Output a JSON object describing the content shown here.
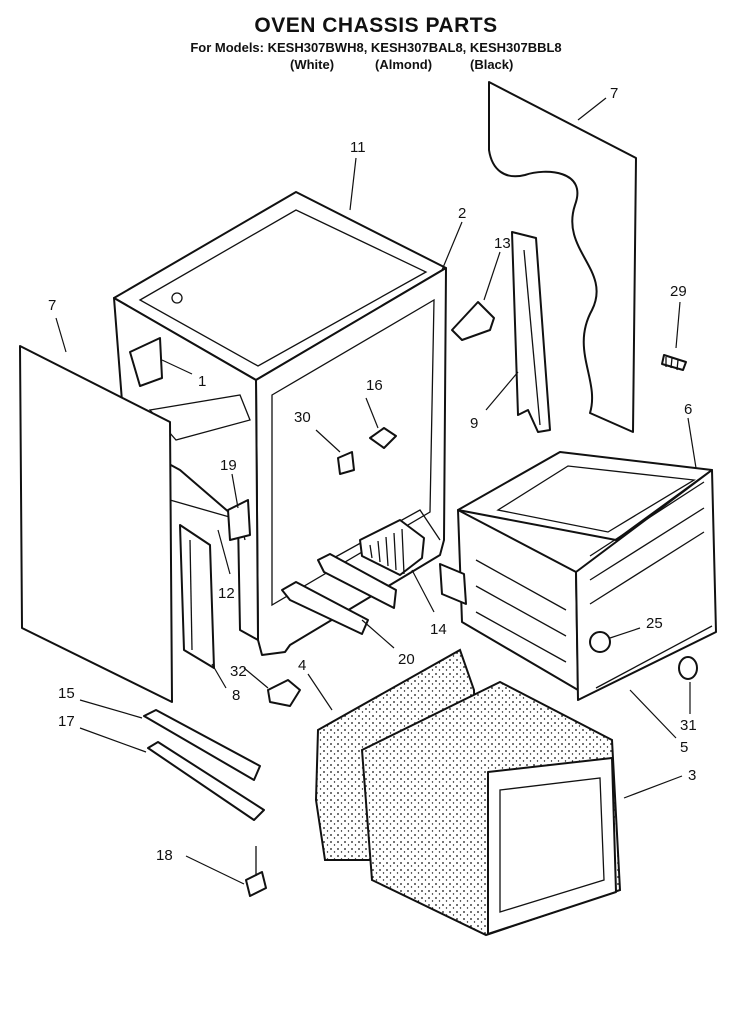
{
  "header": {
    "title": "OVEN CHASSIS PARTS",
    "models": "For Models: KESH307BWH8, KESH307BAL8, KESH307BBL8",
    "finishes": [
      "(White)",
      "(Almond)",
      "(Black)"
    ]
  },
  "callouts": [
    {
      "id": "callout-7-top",
      "label": "7"
    },
    {
      "id": "callout-11",
      "label": "11"
    },
    {
      "id": "callout-2",
      "label": "2"
    },
    {
      "id": "callout-13",
      "label": "13"
    },
    {
      "id": "callout-29",
      "label": "29"
    },
    {
      "id": "callout-7-left",
      "label": "7"
    },
    {
      "id": "callout-1",
      "label": "1"
    },
    {
      "id": "callout-16",
      "label": "16"
    },
    {
      "id": "callout-30",
      "label": "30"
    },
    {
      "id": "callout-9",
      "label": "9"
    },
    {
      "id": "callout-6",
      "label": "6"
    },
    {
      "id": "callout-19",
      "label": "19"
    },
    {
      "id": "callout-12",
      "label": "12"
    },
    {
      "id": "callout-14",
      "label": "14"
    },
    {
      "id": "callout-25",
      "label": "25"
    },
    {
      "id": "callout-20",
      "label": "20"
    },
    {
      "id": "callout-32",
      "label": "32"
    },
    {
      "id": "callout-8",
      "label": "8"
    },
    {
      "id": "callout-4",
      "label": "4"
    },
    {
      "id": "callout-15",
      "label": "15"
    },
    {
      "id": "callout-17",
      "label": "17"
    },
    {
      "id": "callout-31",
      "label": "31"
    },
    {
      "id": "callout-5",
      "label": "5"
    },
    {
      "id": "callout-3",
      "label": "3"
    },
    {
      "id": "callout-18",
      "label": "18"
    }
  ]
}
